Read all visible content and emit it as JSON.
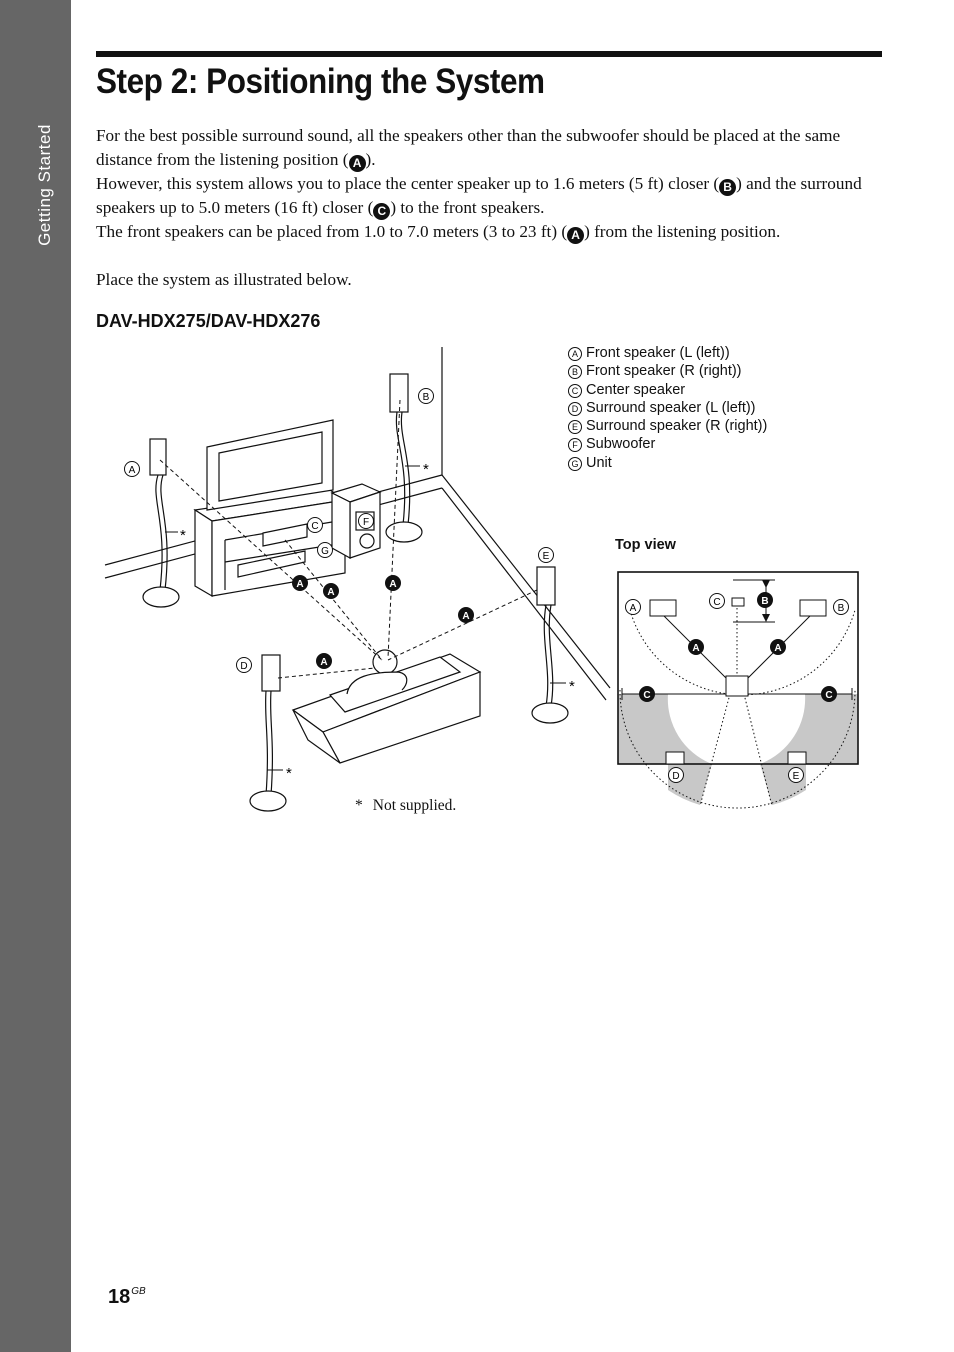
{
  "side_tab": {
    "label": "Getting Started"
  },
  "page": {
    "title": "Step 2: Positioning the System",
    "paragraphs": {
      "p1_a": "For the best possible surround sound, all the speakers other than the subwoofer should be placed at the same distance from the listening position (",
      "p1_b": ").",
      "p2_a": "However, this system allows you to place the center speaker up to 1.6 meters (5 ft) closer (",
      "p2_b": ") and the surround speakers up to 5.0 meters (16 ft) closer (",
      "p2_c": ") to the front speakers.",
      "p3_a": "The front speakers can be placed from 1.0 to 7.0 meters (3 to 23 ft) (",
      "p3_b": ") from the listening position.",
      "p4": "Place the system as illustrated below."
    },
    "badges": {
      "a": "A",
      "b": "B",
      "c": "C"
    },
    "model_heading": "DAV-HDX275/DAV-HDX276"
  },
  "legend": [
    {
      "letter": "A",
      "text": "Front speaker (L (left))"
    },
    {
      "letter": "B",
      "text": "Front speaker (R (right))"
    },
    {
      "letter": "C",
      "text": "Center speaker"
    },
    {
      "letter": "D",
      "text": "Surround speaker (L (left))"
    },
    {
      "letter": "E",
      "text": "Surround speaker (R (right))"
    },
    {
      "letter": "F",
      "text": "Subwoofer"
    },
    {
      "letter": "G",
      "text": "Unit"
    }
  ],
  "diagram_labels": {
    "ring_a": "A",
    "ring_b": "B",
    "ring_c": "C",
    "ring_d": "D",
    "ring_e": "E",
    "ring_f": "F",
    "ring_g": "G",
    "dist_a": "A",
    "dist_b": "B",
    "dist_c": "C",
    "asterisk": "*"
  },
  "top_view_label": "Top view",
  "footnote": {
    "star": "*",
    "text": "Not supplied."
  },
  "page_number": {
    "num": "18",
    "suffix": "GB"
  }
}
